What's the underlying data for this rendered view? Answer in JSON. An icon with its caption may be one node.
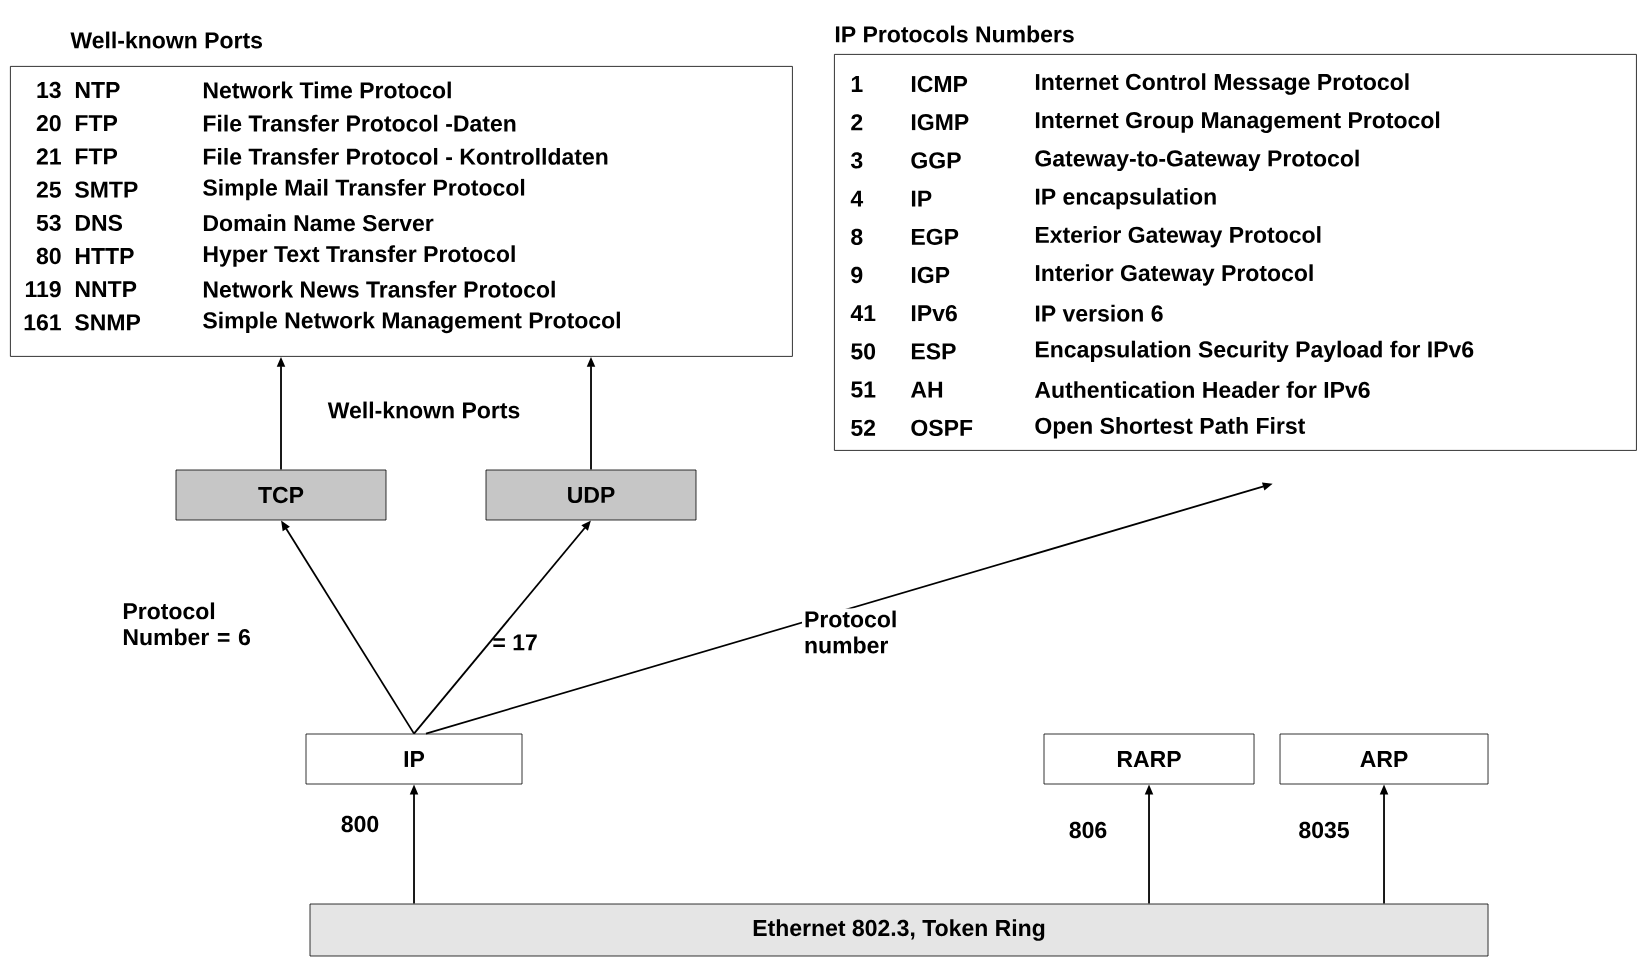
{
  "diagram": {
    "nodes": [
      {
        "text": [
          "Well-known Ports",
          "13",
          "NTP",
          "Network Time Protocol",
          "20",
          "FTP",
          "File Transfer Protocol -Daten",
          "21",
          "FTP",
          "File Transfer Protocol - Kontrolldaten",
          "25",
          "SMTP",
          "Simple Mail Transfer Protocol",
          "53",
          "DNS",
          "Domain Name Server",
          "80",
          "HTTP",
          "Hyper Text Transfer Protocol",
          "119",
          "NNTP",
          "Network News Transfer Protocol",
          "161",
          "SNMP",
          "Simple Network Management Protocol"
        ]
      },
      {
        "text": [
          "IP Protocols Numbers",
          "1",
          "ICMP",
          "Internet Control Message Protocol",
          "2",
          "IGMP",
          "Internet Group Management Protocol",
          "3",
          "GGP",
          "Gateway-to-Gateway Protocol",
          "4",
          "IP",
          "IP encapsulation",
          "8",
          "EGP",
          "Exterior Gateway Protocol",
          "9",
          "IGP",
          "Interior Gateway Protocol",
          "41",
          "IPv6",
          "IP version 6",
          "50",
          "ESP",
          "Encapsulation Security Payload for IPv6",
          "51",
          "AH",
          "Authentication Header for IPv6",
          "52",
          "OSPF",
          "Open Shortest Path First"
        ]
      },
      {
        "text": [
          "TCP"
        ]
      },
      {
        "text": [
          "UDP"
        ]
      },
      {
        "text": [
          "IP"
        ]
      },
      {
        "text": [
          "RARP"
        ]
      },
      {
        "text": [
          "ARP"
        ]
      },
      {
        "text": [
          "Ethernet 802.3, Token Ring"
        ]
      }
    ],
    "edges": [
      {
        "from": 2,
        "to": 0,
        "arrow": "to"
      },
      {
        "from": 3,
        "to": 0,
        "arrow": "to"
      },
      {
        "from": 4,
        "to": 2,
        "arrow": "to",
        "label": "Protocol Number = 6"
      },
      {
        "from": 4,
        "to": 3,
        "arrow": "to",
        "label": "= 17"
      },
      {
        "from": 4,
        "to": 1,
        "arrow": "to",
        "label": "Protocol number"
      },
      {
        "from": 7,
        "to": 4,
        "arrow": "to",
        "label": "800"
      },
      {
        "from": 7,
        "to": 5,
        "arrow": "to",
        "label": "806"
      },
      {
        "from": 7,
        "to": 6,
        "arrow": "to",
        "label": "8035"
      }
    ],
    "labels": [
      "Well-known Ports"
    ]
  }
}
